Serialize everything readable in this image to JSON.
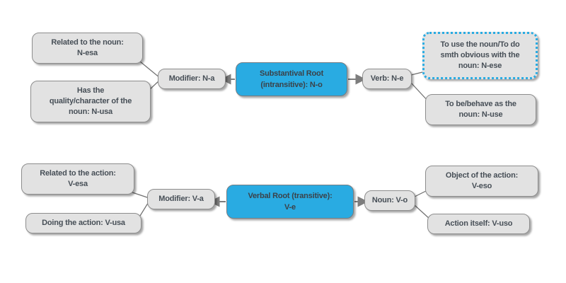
{
  "palette": {
    "accent_blue": "#29abe2",
    "leaf_fill": "#e2e2e2",
    "leaf_border": "#8d8d8d",
    "text_color": "#474f57",
    "connector_gray": "#7d7d7d",
    "background": "#ffffff"
  },
  "noun_map": {
    "root": "Substantival Root\n(intransitive): N-o",
    "modifier": "Modifier: N-a",
    "verb": "Verb: N-e",
    "leaf_related": "Related to the noun:\nN-esa",
    "leaf_quality": "Has the\nquality/character of the\nnoun: N-usa",
    "leaf_use": "To use the noun/To do\nsmth obvious with the\nnoun: N-ese",
    "leaf_behave": "To be/behave as the\nnoun: N-use"
  },
  "verb_map": {
    "root": "Verbal Root (transitive):\nV-e",
    "modifier": "Modifier: V-a",
    "noun": "Noun: V-o",
    "leaf_related": "Related to the action:\nV-esa",
    "leaf_doing": "Doing the action: V-usa",
    "leaf_object": "Object of the action:\nV-eso",
    "leaf_action": "Action itself: V-uso"
  }
}
